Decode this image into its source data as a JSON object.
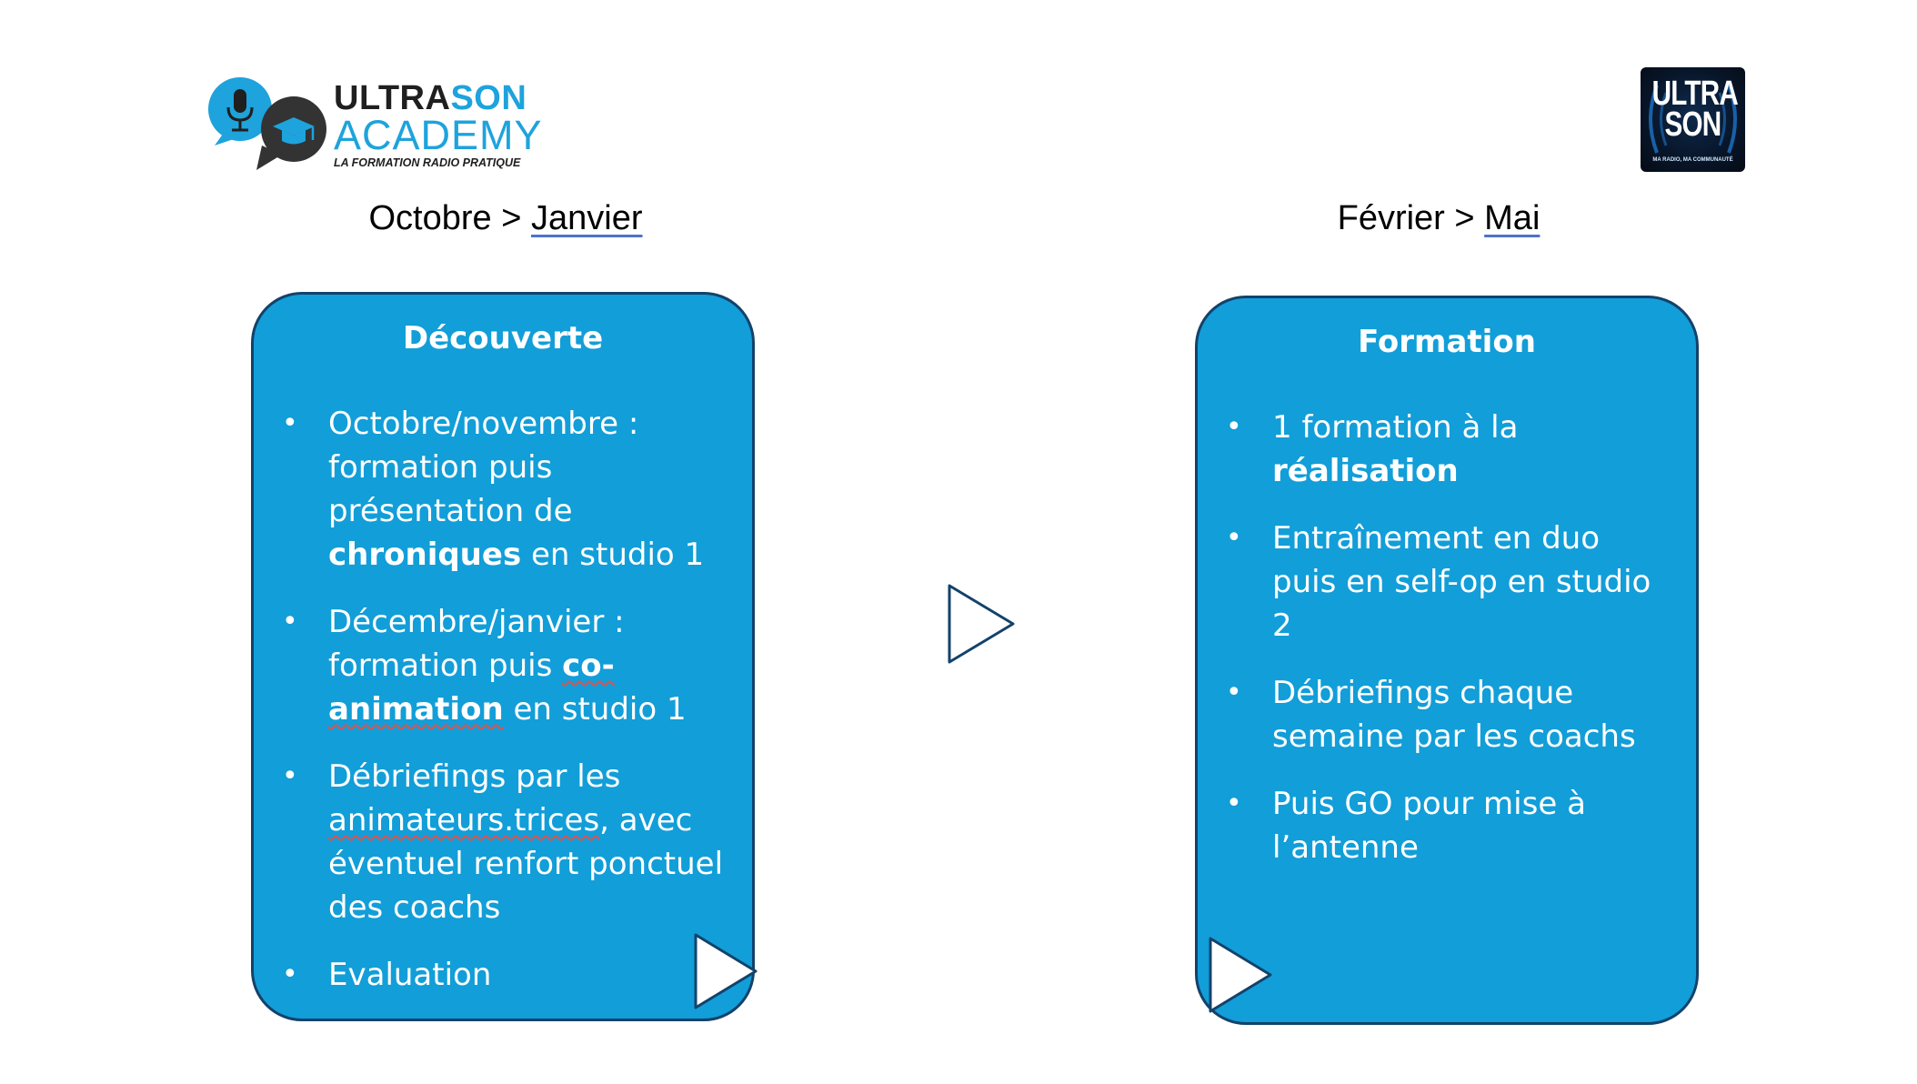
{
  "logos": {
    "academy": {
      "word1": "ULTRA",
      "word2": "SON",
      "line2": "ACADEMY",
      "tagline": "LA FORMATION RADIO PRATIQUE",
      "icons": [
        "microphone-icon",
        "graduation-cap-icon"
      ]
    },
    "station": {
      "line1": "ULTRA",
      "line2": "SON",
      "tagline": "MA RADIO, MA COMMUNAUTÉ"
    }
  },
  "colors": {
    "card_fill": "#129ed8",
    "card_border": "#13426b",
    "brand_blue": "#1ea3dc"
  },
  "periods": {
    "left": {
      "from": "Octobre",
      "sep": " > ",
      "to": "Janvier"
    },
    "right": {
      "from": "Février",
      "sep": " > ",
      "to": "Mai"
    }
  },
  "cards": {
    "left": {
      "title": "Découverte",
      "items": [
        {
          "a": "Octobre/novembre : formation puis présentation de ",
          "b": "chroniques",
          "c": " en studio 1"
        },
        {
          "a": "Décembre/janvier : formation puis ",
          "b": "co-animation",
          "c": " en studio 1"
        },
        {
          "a": "Débriefings par les ",
          "u": "animateurs.trices",
          "c": ", avec éventuel renfort ponctuel des coachs"
        },
        {
          "a": "Evaluation"
        }
      ]
    },
    "right": {
      "title": "Formation",
      "items": [
        {
          "a": "1 formation à la ",
          "b": "réalisation"
        },
        {
          "a": "Entraînement en duo puis en self-op en studio 2"
        },
        {
          "a": "Débriefings chaque semaine par les coachs"
        },
        {
          "a": "Puis GO pour mise à l’antenne"
        }
      ]
    }
  },
  "bullet_char": "•"
}
